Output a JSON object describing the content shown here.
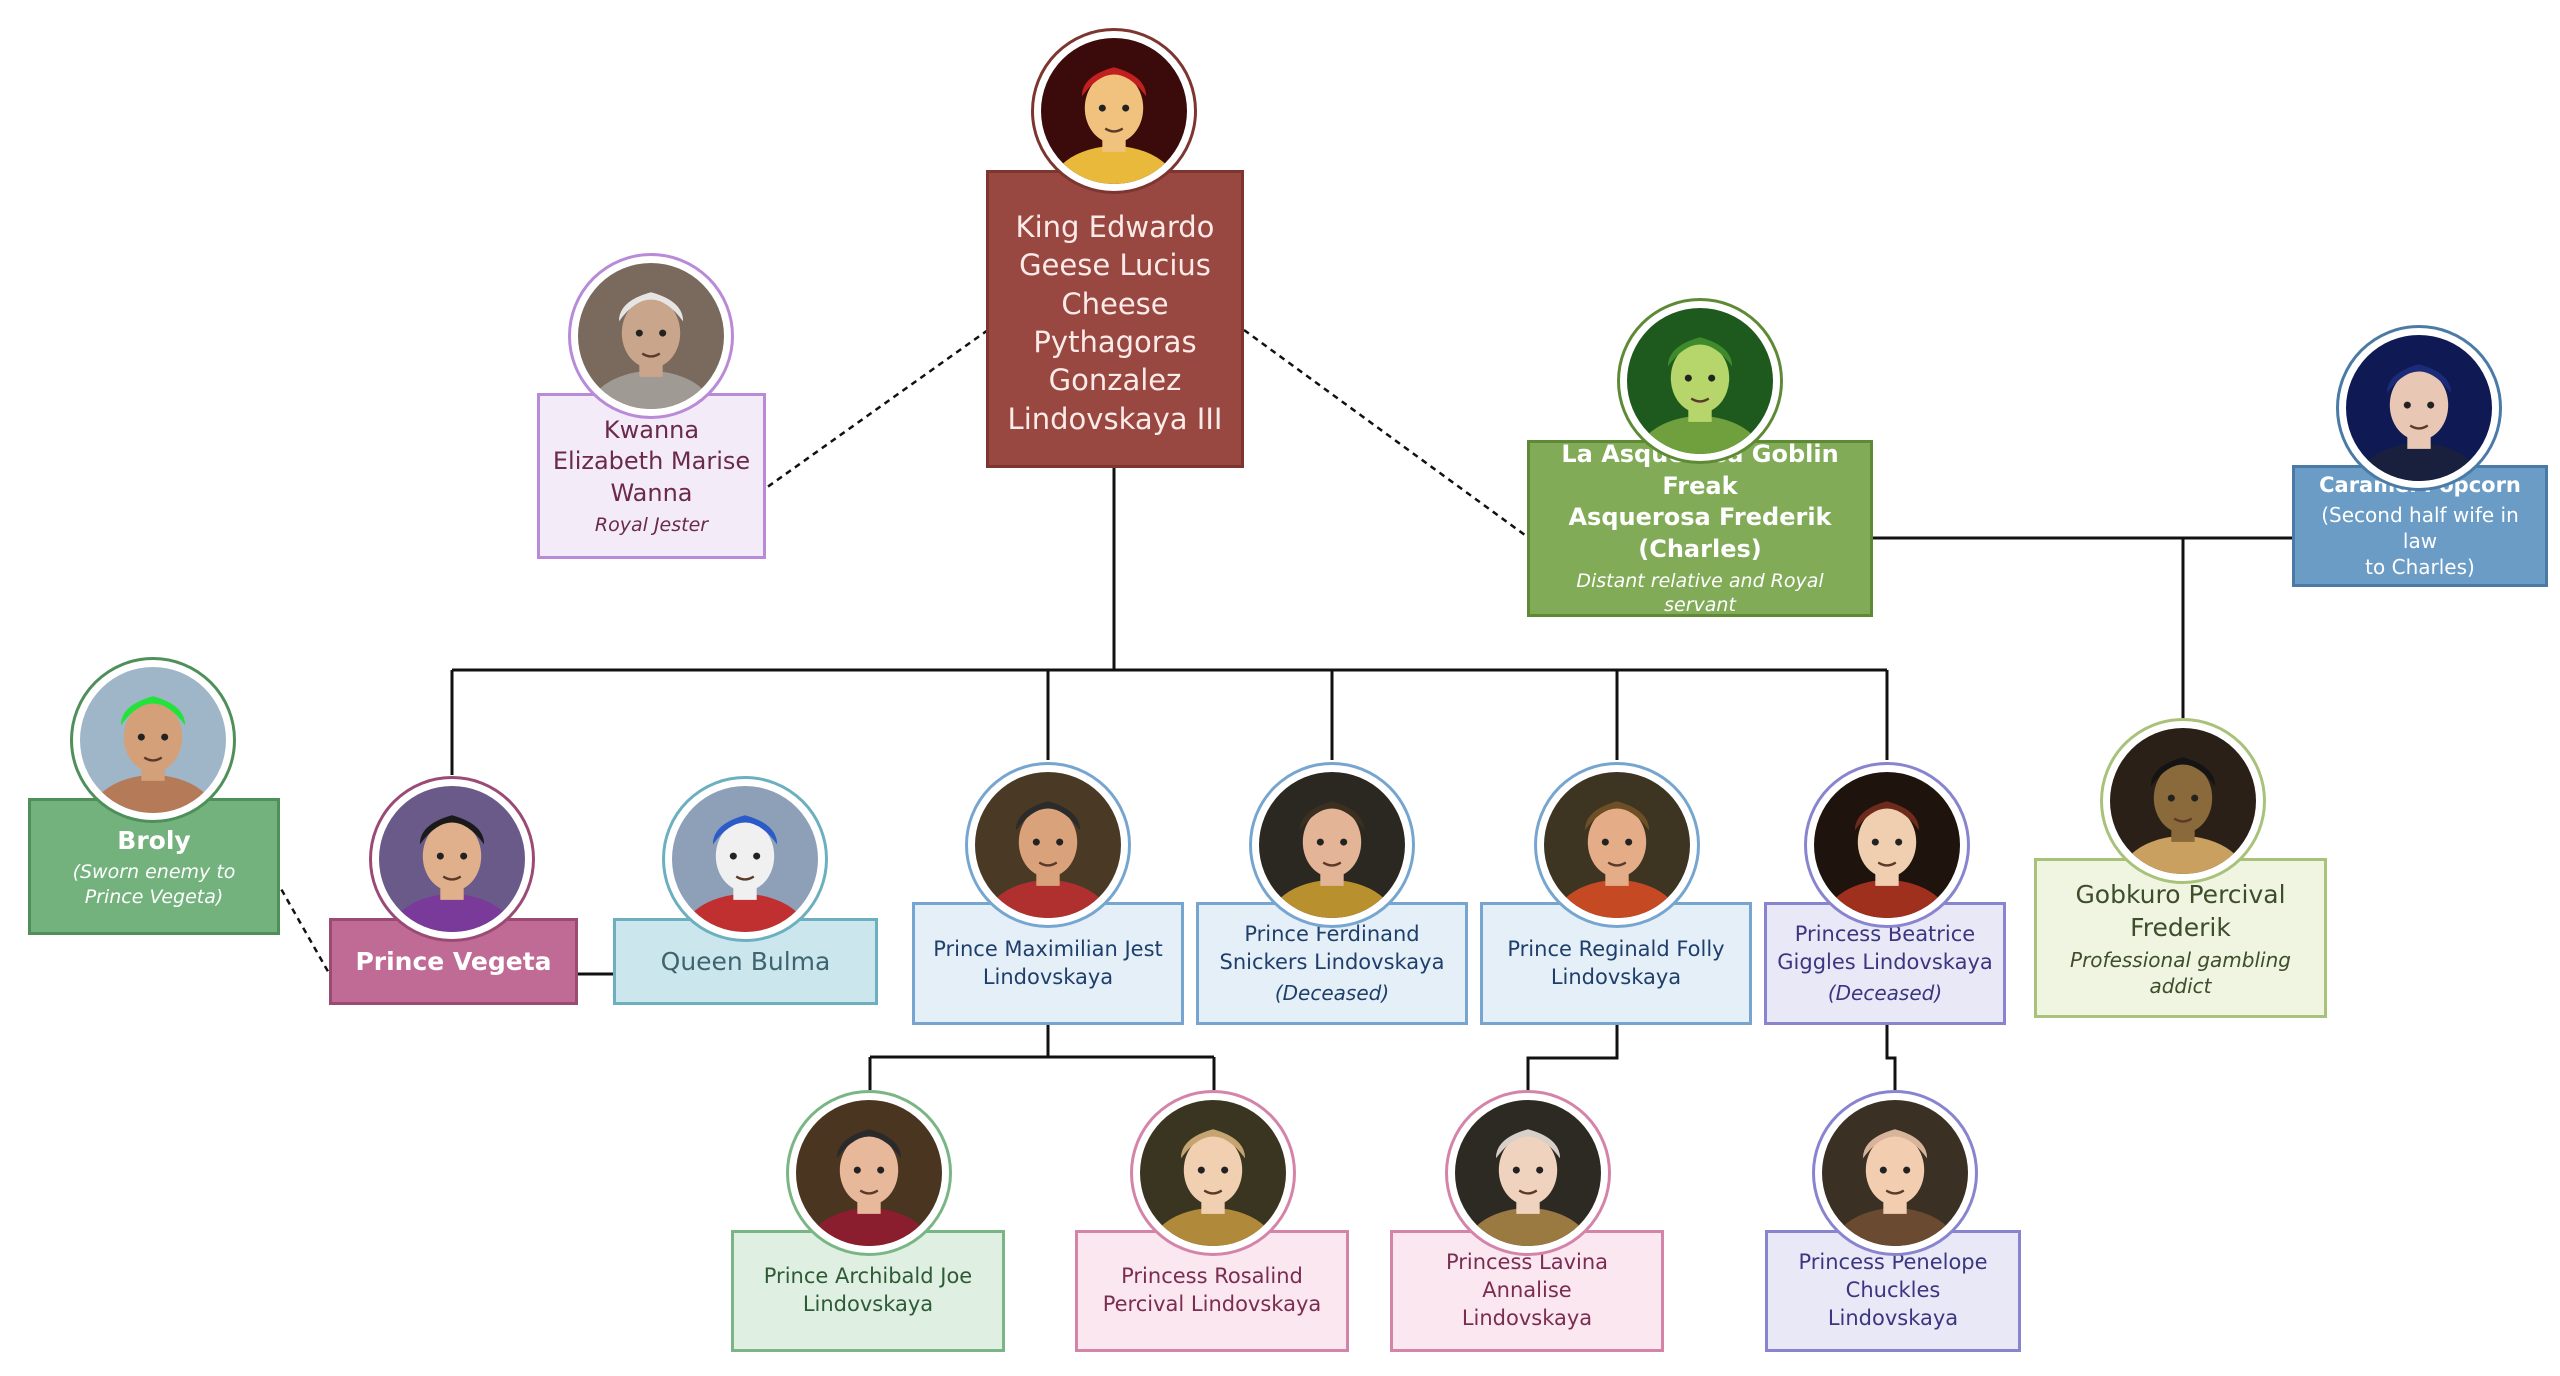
{
  "people": [
    {
      "id": "king",
      "name": "King Edwardo\nGeese Lucius\nCheese\nPythagoras\nGonzalez\nLindovskaya III",
      "sub": "",
      "icon": "king-portrait-icon"
    },
    {
      "id": "kwanna",
      "name": "Kwanna\nElizabeth Marise\nWanna",
      "sub": "Royal Jester",
      "icon": "white-haired-elf-portrait-icon"
    },
    {
      "id": "goblin",
      "name": "La Asquerosa Goblin Freak\nAsquerosa Frederik\n(Charles)",
      "sub": "Distant relative and Royal servant",
      "icon": "goblin-creature-portrait-icon"
    },
    {
      "id": "caramel",
      "name": "Caramel Popcorn",
      "sub": "(Second half wife in law\nto Charles)",
      "icon": "blue-haired-woman-portrait-icon"
    },
    {
      "id": "broly",
      "name": "Broly",
      "sub": "(Sworn enemy to\nPrince Vegeta)",
      "icon": "green-haired-man-portrait-icon"
    },
    {
      "id": "vegeta",
      "name": "Prince Vegeta",
      "sub": "",
      "icon": "spiky-haired-man-portrait-icon"
    },
    {
      "id": "bulma",
      "name": "Queen Bulma",
      "sub": "",
      "icon": "blue-haired-bundled-portrait-icon"
    },
    {
      "id": "maximilian",
      "name": "Prince Maximilian Jest\nLindovskaya",
      "sub": "",
      "icon": "mustached-elf-portrait-icon"
    },
    {
      "id": "ferdinand",
      "name": "Prince Ferdinand\nSnickers Lindovskaya",
      "sub": "(Deceased)",
      "icon": "elf-prince-portrait-icon"
    },
    {
      "id": "reginald",
      "name": "Prince Reginald Folly\nLindovskaya",
      "sub": "",
      "icon": "bald-elf-portrait-icon"
    },
    {
      "id": "beatrice",
      "name": "Princess Beatrice\nGiggles Lindovskaya",
      "sub": "(Deceased)",
      "icon": "renaissance-woman-portrait-icon"
    },
    {
      "id": "gobkuro",
      "name": "Gobkuro Percival\nFrederik",
      "sub": "Professional gambling\naddict",
      "icon": "goblin-with-glasses-portrait-icon"
    },
    {
      "id": "archibald",
      "name": "Prince Archibald Joe\nLindovskaya",
      "sub": "",
      "icon": "bishop-portrait-icon"
    },
    {
      "id": "rosalind",
      "name": "Princess Rosalind\nPercival Lindovskaya",
      "sub": "",
      "icon": "elf-princess-portrait-icon"
    },
    {
      "id": "lavina",
      "name": "Princess Lavina Annalise\nLindovskaya",
      "sub": "",
      "icon": "silver-elf-princess-portrait-icon"
    },
    {
      "id": "penelope",
      "name": "Princess Penelope\nChuckles Lindovskaya",
      "sub": "",
      "icon": "bald-woman-portrait-icon"
    }
  ],
  "colors": {
    "king_fill": "#984841",
    "king_border": "#7d3530",
    "king_text": "#fbeae8",
    "kwanna_fill": "#f3ecf8",
    "kwanna_border": "#b98ad8",
    "kwanna_text": "#6b2a4b",
    "goblin_fill": "#82ab58",
    "goblin_border": "#5e8a36",
    "goblin_text": "#ffffff",
    "caramel_fill": "#6b9cc5",
    "caramel_border": "#4a7aa6",
    "caramel_text": "#ffffff",
    "broly_fill": "#73b27d",
    "broly_border": "#4f8f5a",
    "broly_text": "#ffffff",
    "vegeta_fill": "#c06b96",
    "vegeta_border": "#9b4a74",
    "vegeta_text": "#ffffff",
    "bulma_fill": "#cbe6ec",
    "bulma_border": "#6cb0c0",
    "bulma_text": "#3e6470",
    "prince_fill": "#e5eff8",
    "prince_border": "#76a6d0",
    "prince_text": "#1f3f6b",
    "beatrice_fill": "#e9e8f7",
    "beatrice_border": "#8884cf",
    "beatrice_text": "#3a3680",
    "gobkuro_fill": "#eff5e1",
    "gobkuro_border": "#a8c27a",
    "gobkuro_text": "#3e4d2a",
    "archibald_fill": "#dff0e2",
    "archibald_border": "#7ab585",
    "archibald_text": "#2d5a37",
    "rosalind_fill": "#fbe7ef",
    "rosalind_border": "#d484a8",
    "rosalind_text": "#7a2c52",
    "penelope_fill": "#e9e8f7",
    "penelope_border": "#8884cf",
    "penelope_text": "#3a3680"
  }
}
